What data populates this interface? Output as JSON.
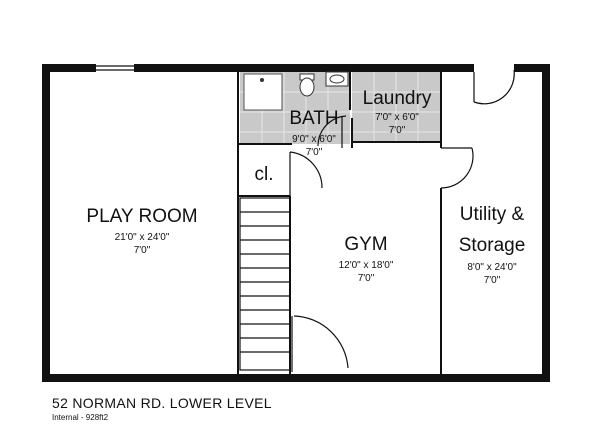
{
  "title": "52 NORMAN RD. LOWER LEVEL",
  "subtitle": "Internal - 928ft2",
  "rooms": {
    "play_room": {
      "name": "PLAY ROOM",
      "size": "21'0\" x 24'0\"",
      "height": "7'0\""
    },
    "bath": {
      "name": "BATH",
      "size": "9'0\" x 6'0\"",
      "height": "7'0\""
    },
    "laundry": {
      "name": "Laundry",
      "size": "7'0\" x 6'0\"",
      "height": "7'0\""
    },
    "closet": {
      "name": "cl."
    },
    "gym": {
      "name": "GYM",
      "size": "12'0\" x 18'0\"",
      "height": "7'0\""
    },
    "utility": {
      "name_line1": "Utility &",
      "name_line2": "Storage",
      "size": "8'0\" x 24'0\"",
      "height": "7'0\""
    }
  },
  "colors": {
    "wall": "#111111",
    "tile": "#c9c9c9",
    "background": "#ffffff"
  }
}
